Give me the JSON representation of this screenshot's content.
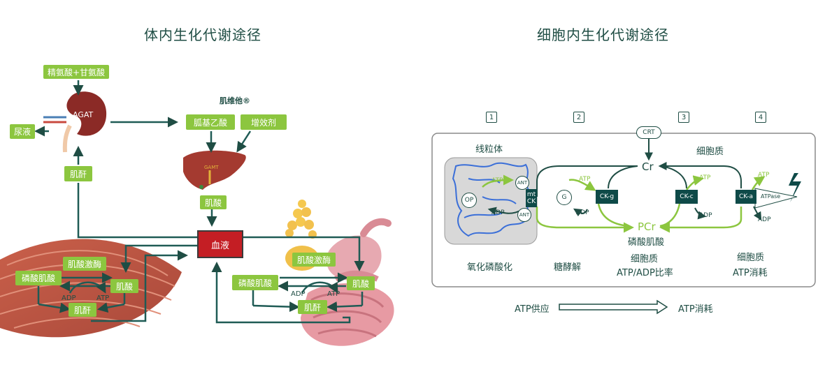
{
  "left": {
    "title": "体内生化代谢途径",
    "arginine_glycine": "精氨酸+甘氨酸",
    "agat": "AGAT",
    "urine": "尿液",
    "creatinine_kidney": "肌酐",
    "brand": "肌维他®",
    "gaa": "胍基乙酸",
    "enhancer": "增效剂",
    "gamt": "GAMT",
    "creatine_liver": "肌酸",
    "blood": "血液",
    "muscle": {
      "ck": "肌酸激酶",
      "pcr": "磷酸肌酸",
      "cr": "肌酸",
      "adp": "ADP",
      "atp": "ATP",
      "crn": "肌酐"
    },
    "gut": {
      "ck": "肌酸激酶",
      "pcr": "磷酸肌酸",
      "cr": "肌酸",
      "adp": "ADP",
      "atp": "ATP",
      "crn": "肌酐"
    }
  },
  "right": {
    "title": "细胞内生化代谢途径",
    "numbers": [
      "1",
      "2",
      "3",
      "4"
    ],
    "crt": "CRT",
    "mito": "线粒体",
    "cytoplasm_top": "细胞质",
    "cr": "Cr",
    "pcr": "PCr",
    "pcr_cn": "磷酸肌酸",
    "op": "OP",
    "ant": "ANT",
    "mtck": "mt CK",
    "g": "G",
    "ckg": "CK-g",
    "ckc": "CK-c",
    "cka": "CK-a",
    "atpase": "ATPase",
    "atp": "ATP",
    "adp": "ADP",
    "col1": "氧化磷酸化",
    "col2": "糖酵解",
    "col3a": "细胞质",
    "col3b": "ATP/ADP比率",
    "col4a": "细胞质",
    "col4b": "ATP消耗",
    "supply": "ATP供应",
    "consume": "ATP消耗"
  }
}
